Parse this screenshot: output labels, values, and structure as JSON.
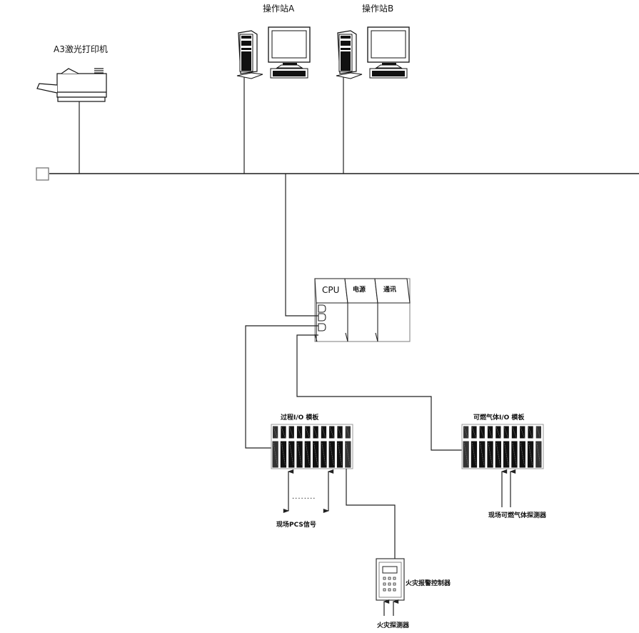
{
  "diagram": {
    "type": "control-system-network",
    "nodes": {
      "printer": {
        "label": "A3激光打印机",
        "icon": "printer-icon"
      },
      "station_a": {
        "label": "操作站A",
        "icon": "workstation-icon"
      },
      "station_b": {
        "label": "操作站B",
        "icon": "workstation-icon"
      },
      "bus_terminator": {
        "icon": "terminator-box-icon"
      },
      "plc_rack": {
        "modules": [
          {
            "label": "CPU"
          },
          {
            "label": "电源"
          },
          {
            "label": "通讯"
          }
        ],
        "ports": 3
      },
      "process_io": {
        "label": "过程I/O 模板",
        "slots": 10
      },
      "gas_io": {
        "label": "可燃气体I/O 模板",
        "slots": 10
      },
      "pcs_signals": {
        "label": "现场PCS信号",
        "dots": "........"
      },
      "gas_detectors": {
        "label": "现场可燃气体探测器"
      },
      "fire_controller": {
        "label": "火灾报警控制器",
        "keys": 9
      },
      "fire_detectors": {
        "label": "火灾探测器"
      }
    },
    "edges": [
      {
        "from": "printer",
        "to": "network-bus"
      },
      {
        "from": "station_a",
        "to": "network-bus"
      },
      {
        "from": "station_b",
        "to": "network-bus"
      },
      {
        "from": "network-bus",
        "to": "plc_rack.cpu.port1"
      },
      {
        "from": "plc_rack.cpu.port2",
        "to": "process_io"
      },
      {
        "from": "plc_rack.cpu.port3",
        "to": "gas_io"
      },
      {
        "from": "process_io",
        "to": "fire_controller"
      },
      {
        "from": "pcs_signals",
        "to": "process_io"
      },
      {
        "from": "gas_detectors",
        "to": "gas_io"
      },
      {
        "from": "fire_detectors",
        "to": "fire_controller"
      }
    ]
  }
}
